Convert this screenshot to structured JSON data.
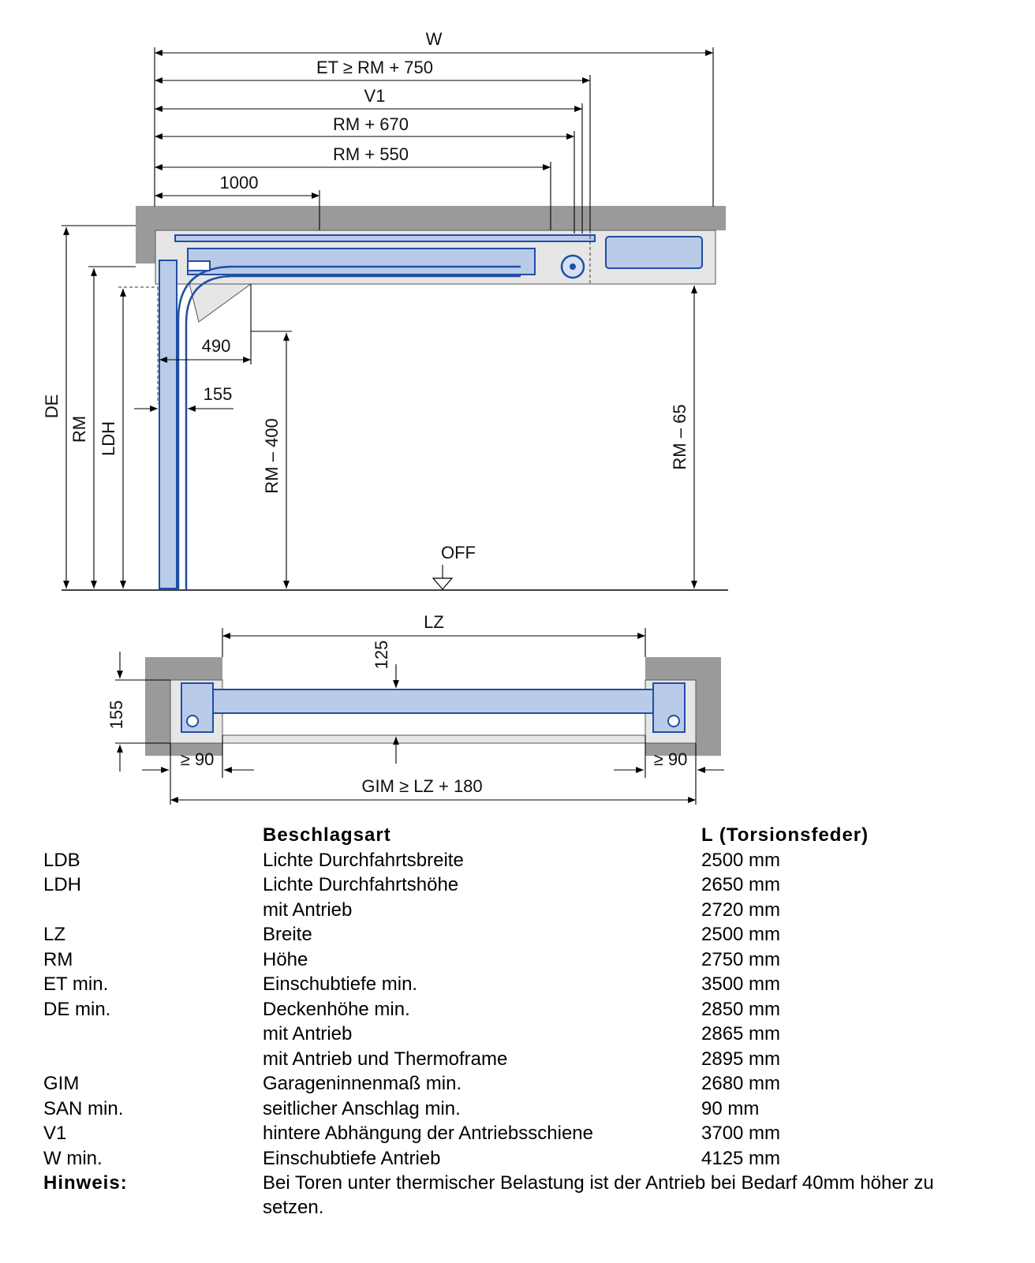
{
  "drawing": {
    "labels": {
      "w": "W",
      "et": "ET ≥ RM + 750",
      "v1": "V1",
      "rm670": "RM + 670",
      "rm550": "RM + 550",
      "d1000": "1000",
      "d490": "490",
      "d155": "155",
      "rm400": "RM – 400",
      "rm65": "RM – 65",
      "de": "DE",
      "rm": "RM",
      "ldh": "LDH",
      "off": "OFF",
      "lz": "LZ",
      "d125": "125",
      "d155b": "155",
      "san_left": "≥ 90",
      "san_right": "≥ 90",
      "gim": "GIM ≥ LZ + 180"
    },
    "colors": {
      "wall": "#9a9a9a",
      "track_fill": "#b9cbe8",
      "track_line": "#1f4fa3",
      "inner": "#e0e0e0"
    }
  },
  "table": {
    "header": {
      "col2": "Beschlagsart",
      "col3": "L (Torsionsfeder)"
    },
    "rows": [
      {
        "code": "LDB",
        "desc": "Lichte Durchfahrtsbreite",
        "value": "2500 mm"
      },
      {
        "code": "LDH",
        "desc": "Lichte Durchfahrtshöhe",
        "value": "2650 mm"
      },
      {
        "code": "",
        "desc": "mit Antrieb",
        "value": "2720 mm"
      },
      {
        "code": "LZ",
        "desc": "Breite",
        "value": "2500 mm"
      },
      {
        "code": "RM",
        "desc": "Höhe",
        "value": "2750 mm"
      },
      {
        "code": "ET min.",
        "desc": "Einschubtiefe min.",
        "value": "3500 mm"
      },
      {
        "code": "DE min.",
        "desc": "Deckenhöhe min.",
        "value": "2850 mm"
      },
      {
        "code": "",
        "desc": "mit Antrieb",
        "value": "2865 mm"
      },
      {
        "code": "",
        "desc": "mit Antrieb und Thermoframe",
        "value": "2895 mm"
      },
      {
        "code": "GIM",
        "desc": "Garageninnenmaß min.",
        "value": "2680 mm"
      },
      {
        "code": "SAN min.",
        "desc": "seitlicher Anschlag min.",
        "value": "90 mm"
      },
      {
        "code": "V1",
        "desc": "hintere Abhängung der Antriebsschiene",
        "value": "3700 mm"
      },
      {
        "code": "W min.",
        "desc": "Einschubtiefe Antrieb",
        "value": "4125 mm"
      }
    ],
    "note": {
      "label": "Hinweis:",
      "line1": "Bei Toren unter thermischer Belastung ist der Antrieb bei Bedarf 40mm höher zu",
      "line2": "setzen."
    }
  }
}
